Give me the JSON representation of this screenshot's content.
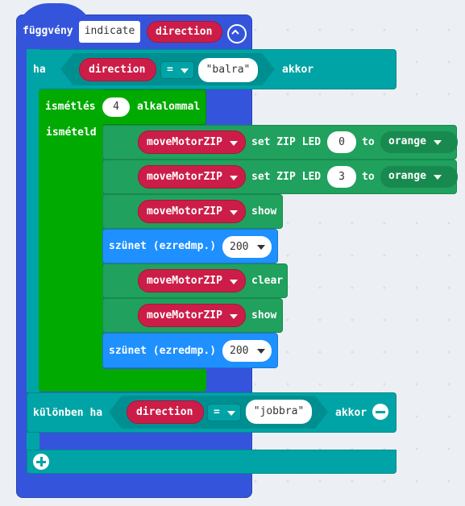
{
  "function_block": {
    "keyword": "függvény",
    "name": "indicate",
    "param": "direction",
    "collapse_icon": "chevron-up-icon"
  },
  "if_block": {
    "keyword": "ha",
    "var": "direction",
    "op": "=",
    "value": "\"balra\"",
    "then": "akkor"
  },
  "repeat_block": {
    "keyword": "ismétlés",
    "count": "4",
    "times": "alkalommal",
    "do": "ismételd"
  },
  "statements": [
    {
      "var": "moveMotorZIP",
      "action": "set ZIP LED",
      "index": "0",
      "to": "to",
      "color": "orange"
    },
    {
      "var": "moveMotorZIP",
      "action": "set ZIP LED",
      "index": "3",
      "to": "to",
      "color": "orange"
    },
    {
      "var": "moveMotorZIP",
      "action": "show"
    },
    {
      "pause": "szünet (ezredmp.)",
      "ms": "200"
    },
    {
      "var": "moveMotorZIP",
      "action": "clear"
    },
    {
      "var": "moveMotorZIP",
      "action": "show"
    },
    {
      "pause": "szünet (ezredmp.)",
      "ms": "200"
    }
  ],
  "elseif_block": {
    "keyword": "különben ha",
    "var": "direction",
    "op": "=",
    "value": "\"jobbra\"",
    "then": "akkor",
    "remove_icon": "minus-circle-icon"
  },
  "add_icon": "plus-circle-icon",
  "colors": {
    "function": "#3455db",
    "logic": "#00a4a6",
    "loop": "#00aa00",
    "motor": "#20a15d",
    "variable": "#cc1d48",
    "pause": "#1e90ff"
  }
}
